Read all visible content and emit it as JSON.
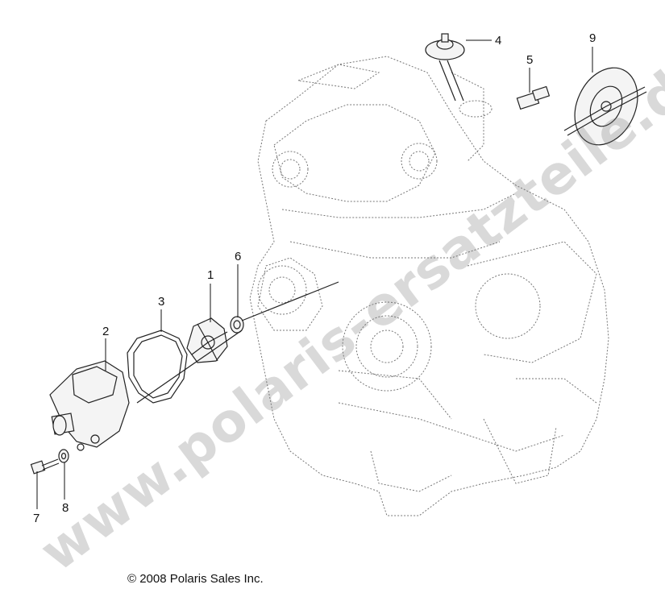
{
  "diagram": {
    "callouts": [
      "1",
      "2",
      "3",
      "4",
      "5",
      "6",
      "7",
      "8",
      "9"
    ],
    "copyright": "© 2008 Polaris Sales Inc.",
    "watermark": "www.polaris-ersatzteile.de"
  }
}
